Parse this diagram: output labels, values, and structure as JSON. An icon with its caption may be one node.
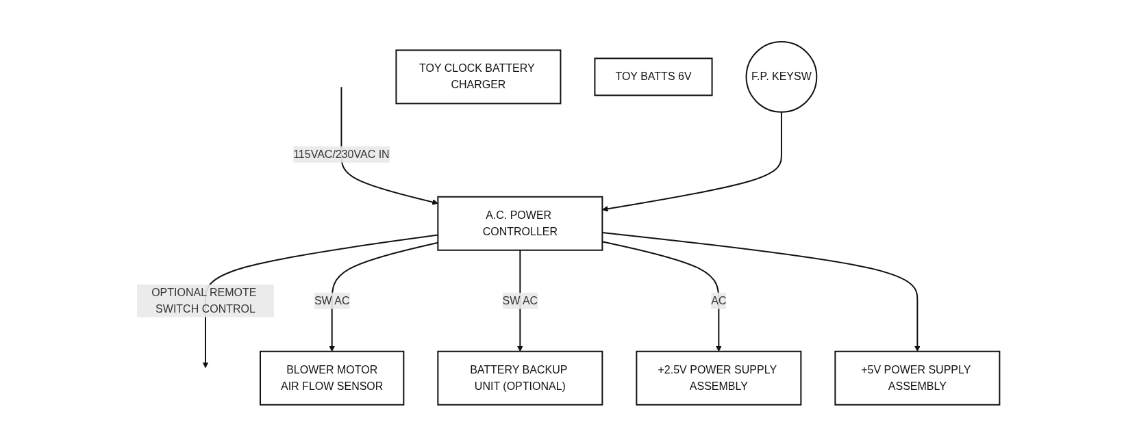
{
  "diagram": {
    "nodes": [
      {
        "text": [
          "A.C. POWER CONTROLLER"
        ]
      },
      {
        "text": [
          "F.P. KEYSW"
        ]
      },
      {
        "text": [
          "+2.5V POWER SUPPLY ASSEMBLY"
        ]
      },
      {
        "text": [
          "+5V POWER SUPPLY ASSEMBLY"
        ]
      },
      {
        "text": [
          "BLOWER MOTOR",
          "AIR FLOW SENSOR"
        ]
      },
      {
        "text": [
          "BATTERY BACKUP UNIT (OPTIONAL)"
        ]
      },
      {
        "text": [
          "TOY CLOCK BATTERY CHARGER"
        ]
      },
      {
        "text": [
          "TOY BATTS 6V"
        ]
      }
    ],
    "edges": [
      {
        "from": null,
        "to": 0,
        "arrow": "to",
        "label": "115VAC/230VAC IN"
      },
      {
        "from": 1,
        "to": 0,
        "arrow": "to"
      },
      {
        "from": 0,
        "to": null,
        "arrow": "to",
        "label": "OPTIONAL REMOTE SWITCH CONTROL"
      },
      {
        "from": 0,
        "to": 4,
        "arrow": "to",
        "label": "SW AC"
      },
      {
        "from": 0,
        "to": 5,
        "arrow": "to",
        "label": "SW AC"
      },
      {
        "from": 0,
        "to": 2,
        "arrow": "to",
        "label": "AC"
      },
      {
        "from": 0,
        "to": 3,
        "arrow": "to"
      }
    ]
  }
}
